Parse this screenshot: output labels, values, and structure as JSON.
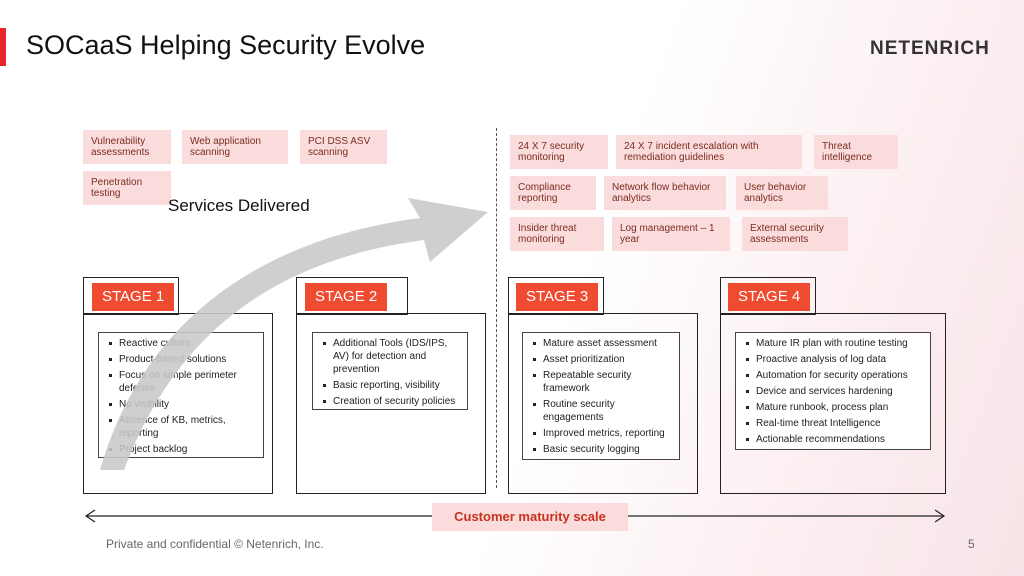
{
  "title": "SOCaaS Helping Security Evolve",
  "logo": "NETENRICH",
  "services_label": "Services Delivered",
  "services": [
    "Vulnerability assessments",
    "Web application scanning",
    "PCI DSS ASV scanning",
    "Penetration testing",
    "24 X 7 security monitoring",
    "24 X 7 incident escalation with remediation guidelines",
    "Threat intelligence",
    "Compliance reporting",
    "Network flow behavior analytics",
    "User behavior analytics",
    "Insider threat monitoring",
    "Log management – 1 year",
    "External security assessments"
  ],
  "stages": [
    {
      "label": "STAGE 1",
      "items": [
        "Reactive culture",
        "Product-based solutions",
        "Focus on simple perimeter defense",
        "No visibility",
        "Absence of KB, metrics, reporting",
        "Project backlog"
      ]
    },
    {
      "label": "STAGE 2",
      "items": [
        "Additional Tools (IDS/IPS, AV) for detection and prevention",
        "Basic reporting, visibility",
        "Creation of security policies"
      ]
    },
    {
      "label": "STAGE 3",
      "items": [
        "Mature asset assessment",
        "Asset prioritization",
        "Repeatable security framework",
        "Routine security engagements",
        "Improved metrics, reporting",
        "Basic security logging"
      ]
    },
    {
      "label": "STAGE 4",
      "items": [
        "Mature IR plan with routine testing",
        "Proactive analysis of log data",
        "Automation for security operations",
        "Device and services hardening",
        "Mature runbook, process plan",
        "Real-time threat Intelligence",
        "Actionable recommendations"
      ]
    }
  ],
  "scale_label": "Customer maturity scale",
  "footer": "Private and confidential © Netenrich, Inc.",
  "page_number": "5",
  "colors": {
    "accent": "#ef4b30",
    "service_bg": "#fbdcdc",
    "service_text": "#7a2c22"
  }
}
